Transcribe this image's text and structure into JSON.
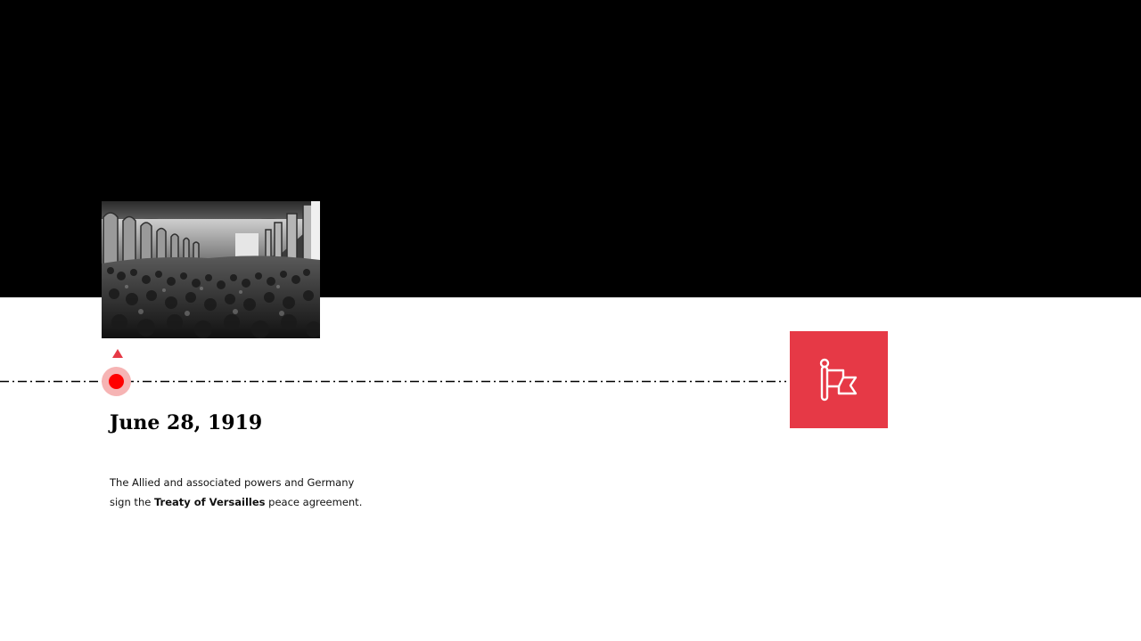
{
  "event": {
    "date": "June 28, 1919",
    "description_before": "The Allied and associated powers and Germany sign the ",
    "description_bold": "Treaty of Versailles",
    "description_after": " peace agreement."
  },
  "colors": {
    "top_band": "#000000",
    "accent": "#e63946",
    "marker_dot": "#ff0000",
    "marker_halo": "#f6b4b4",
    "timeline_line": "#000000"
  },
  "icons": {
    "milestone": "flag-icon"
  }
}
